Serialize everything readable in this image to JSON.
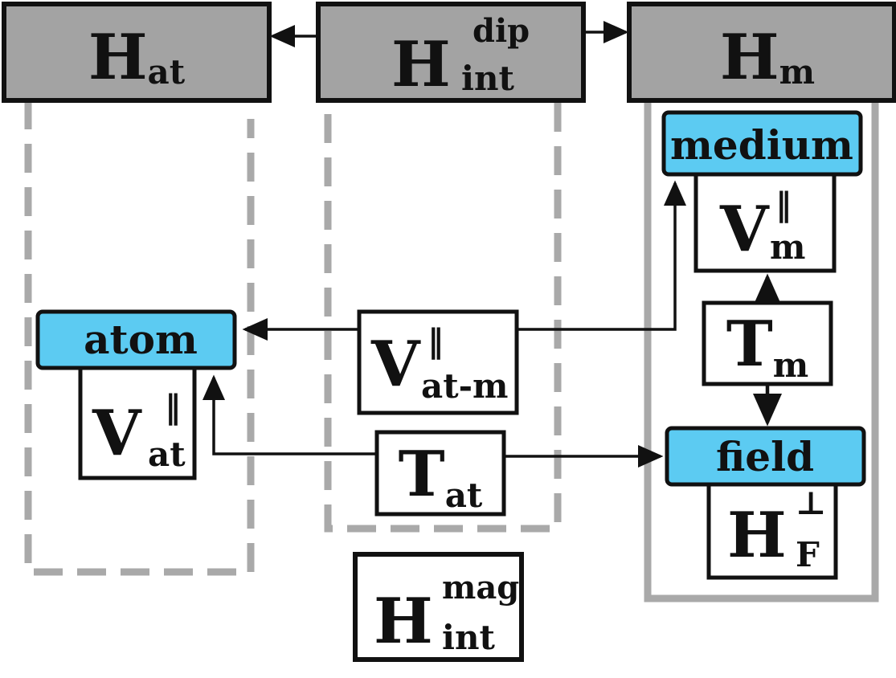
{
  "header": {
    "atom_hamiltonian": {
      "symbol": "H",
      "subscript": "at"
    },
    "dipole_interaction": {
      "symbol": "H",
      "subscript": "int",
      "superscript": "dip"
    },
    "medium_hamiltonian": {
      "symbol": "H",
      "subscript": "m"
    }
  },
  "atom": {
    "label": "atom",
    "potential": {
      "symbol": "V",
      "subscript": "at",
      "superscript": "‖"
    },
    "kinetic": {
      "symbol": "T",
      "subscript": "at"
    }
  },
  "interaction": {
    "potential": {
      "symbol": "V",
      "subscript": "at-m",
      "superscript": "‖"
    }
  },
  "medium": {
    "label": "medium",
    "potential": {
      "symbol": "V",
      "subscript": "m",
      "superscript": "‖"
    },
    "kinetic": {
      "symbol": "T",
      "subscript": "m"
    }
  },
  "field": {
    "label": "field",
    "hamiltonian": {
      "symbol": "H",
      "subscript": "F",
      "superscript": "⊥"
    }
  },
  "magnetic_interaction": {
    "symbol": "H",
    "subscript": "int",
    "superscript": "mag"
  },
  "colors": {
    "header_fill": "#a3a3a3",
    "label_fill": "#5ccbf2",
    "dashed_region": "#a9a9a9",
    "solid_region": "#a9a9a9",
    "stroke": "#111111"
  }
}
